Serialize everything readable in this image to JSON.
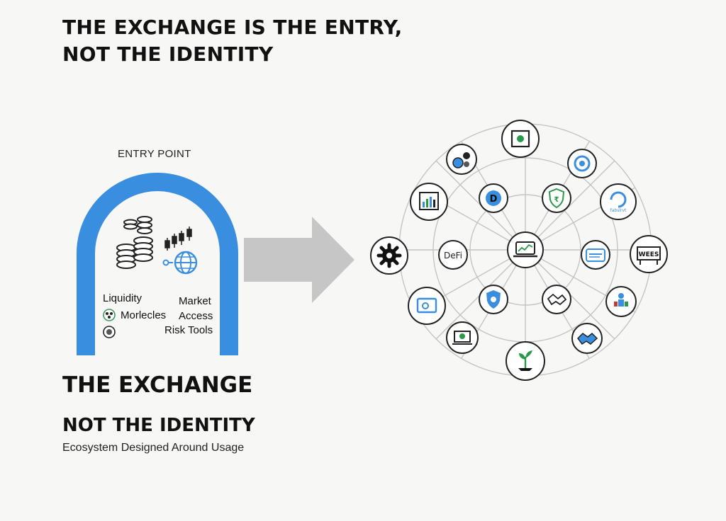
{
  "headline": {
    "line1": "THE EXCHANGE IS THE ENTRY,",
    "line2": "NOT THE IDENTITY"
  },
  "entry_point": {
    "label": "ENTRY POINT",
    "arch_color": "#3a8ee0",
    "items": {
      "liquidity": "Liquidity",
      "molecules": "Morlecles",
      "market": "Market",
      "access": "Access",
      "risk_tools": "Risk Tools"
    },
    "icons": [
      "coin-stacks-icon",
      "candlestick-chart-icon",
      "globe-network-icon",
      "molecule-icon",
      "settings-badge-icon"
    ]
  },
  "arrow": {
    "color": "#c6c6c6"
  },
  "exchange": {
    "title": "THE EXCHANGE",
    "subtitle": "NOT THE IDENTITY",
    "tagline": "Ecosystem Designed Around Usage"
  },
  "ecosystem": {
    "hub_icon": "laptop-chart-icon",
    "inner_nodes": [
      {
        "name": "dash-coin-icon"
      },
      {
        "name": "shield-rupee-icon"
      },
      {
        "name": "defi-node",
        "label": "DeFi"
      },
      {
        "name": "card-terminal-icon"
      },
      {
        "name": "shield-key-icon"
      },
      {
        "name": "handshake-outline-icon"
      }
    ],
    "outer_nodes": [
      {
        "name": "screen-frame-icon"
      },
      {
        "name": "gear-cluster-icon"
      },
      {
        "name": "coin-spiral-icon"
      },
      {
        "name": "analytics-board-icon"
      },
      {
        "name": "refresh-text-icon",
        "label": "fabslrvt"
      },
      {
        "name": "settings-gear-icon"
      },
      {
        "name": "billboard-icon",
        "label": "WEES"
      },
      {
        "name": "wallet-card-icon"
      },
      {
        "name": "community-icon"
      },
      {
        "name": "monitor-coin-icon"
      },
      {
        "name": "handshake-icon"
      },
      {
        "name": "sprout-icon"
      }
    ]
  }
}
